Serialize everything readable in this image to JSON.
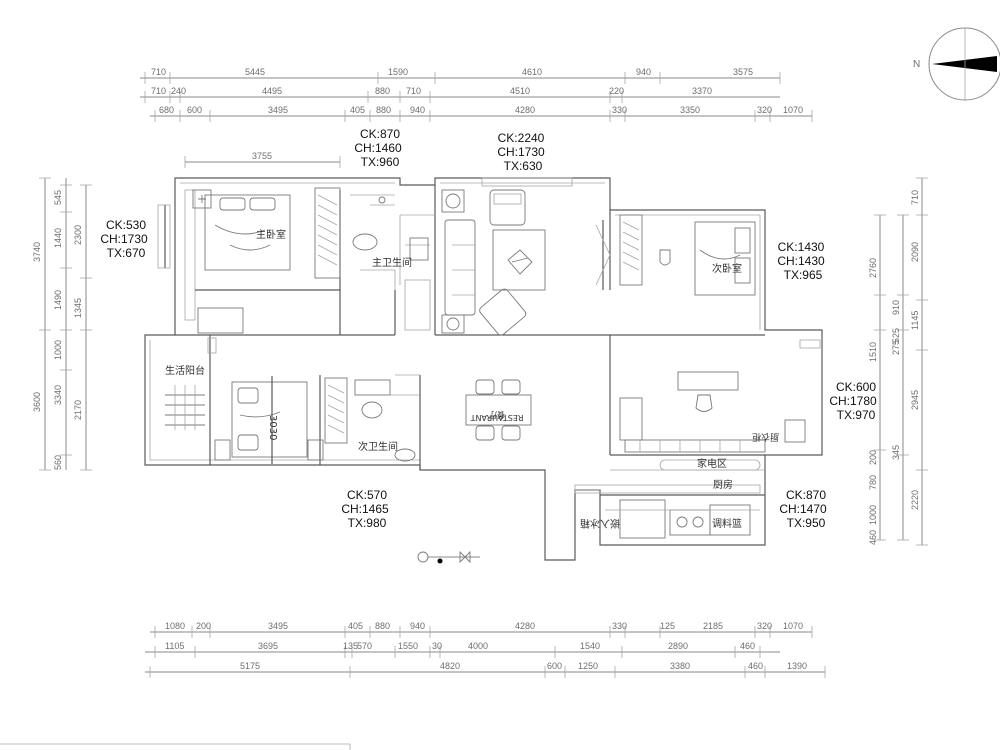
{
  "compass": {
    "north_label": "N"
  },
  "dims_top": {
    "row1": [
      "710",
      "5445",
      "1590",
      "4610",
      "940",
      "3575"
    ],
    "row2": [
      "710",
      "240",
      "4495",
      "880",
      "710",
      "4510",
      "220",
      "3370"
    ],
    "row3": [
      "680",
      "600",
      "3495",
      "405",
      "880",
      "940",
      "4280",
      "330",
      "3350",
      "320",
      "1070"
    ],
    "bedroom_width": "3755"
  },
  "dims_bottom": {
    "row1": [
      "1080",
      "200",
      "3495",
      "405",
      "880",
      "940",
      "4280",
      "330",
      "125",
      "2185",
      "320",
      "1070"
    ],
    "row2": [
      "1105",
      "3695",
      "135",
      "570",
      "1550",
      "30",
      "4000",
      "1540",
      "2890",
      "460"
    ],
    "row3": [
      "5175",
      "4820",
      "600",
      "1250",
      "3380",
      "460",
      "1390"
    ]
  },
  "dims_left": {
    "outer": [
      "3740",
      "3600"
    ],
    "mid": [
      "545",
      "1440",
      "1490",
      "1000",
      "3340",
      "560"
    ],
    "inner": [
      "2300",
      "1345",
      "2170"
    ]
  },
  "dims_right": {
    "inner": [
      "710",
      "2090",
      "1145",
      "2945",
      "2220"
    ],
    "outer": [
      "2760",
      "910",
      "525",
      "275",
      "1510",
      "200",
      "345",
      "780",
      "1000",
      "460"
    ]
  },
  "rooms": {
    "master_bedroom": "主卧室",
    "master_bath": "主卫生间",
    "second_bedroom": "次卧室",
    "living_balcony": "生活阳台",
    "guest_bath": "次卫生间",
    "appliance_area": "家电区",
    "kitchen": "厨房",
    "fridge": "嵌入冰箱",
    "pantry": "调料篮",
    "restaurant_sign": "RESTAURANT",
    "restaurant_cn": "餐厅",
    "bed_size": "3030",
    "custom_cabinet": "厨衣柜"
  },
  "annotations": [
    {
      "ck": "CK:870",
      "ch": "CH:1460",
      "tx": "TX:960"
    },
    {
      "ck": "CK:2240",
      "ch": "CH:1730",
      "tx": "TX:630"
    },
    {
      "ck": "CK:530",
      "ch": "CH:1730",
      "tx": "TX:670"
    },
    {
      "ck": "CK:1430",
      "ch": "CH:1430",
      "tx": "TX:965"
    },
    {
      "ck": "CK:600",
      "ch": "CH:1780",
      "tx": "TX:970"
    },
    {
      "ck": "CK:570",
      "ch": "CH:1465",
      "tx": "TX:980"
    },
    {
      "ck": "CK:870",
      "ch": "CH:1470",
      "tx": "TX:950"
    }
  ],
  "colors": {
    "line": "#8a8a8a",
    "wall": "#5a5a5a",
    "text": "#111111",
    "compass_fill": "#000000"
  }
}
